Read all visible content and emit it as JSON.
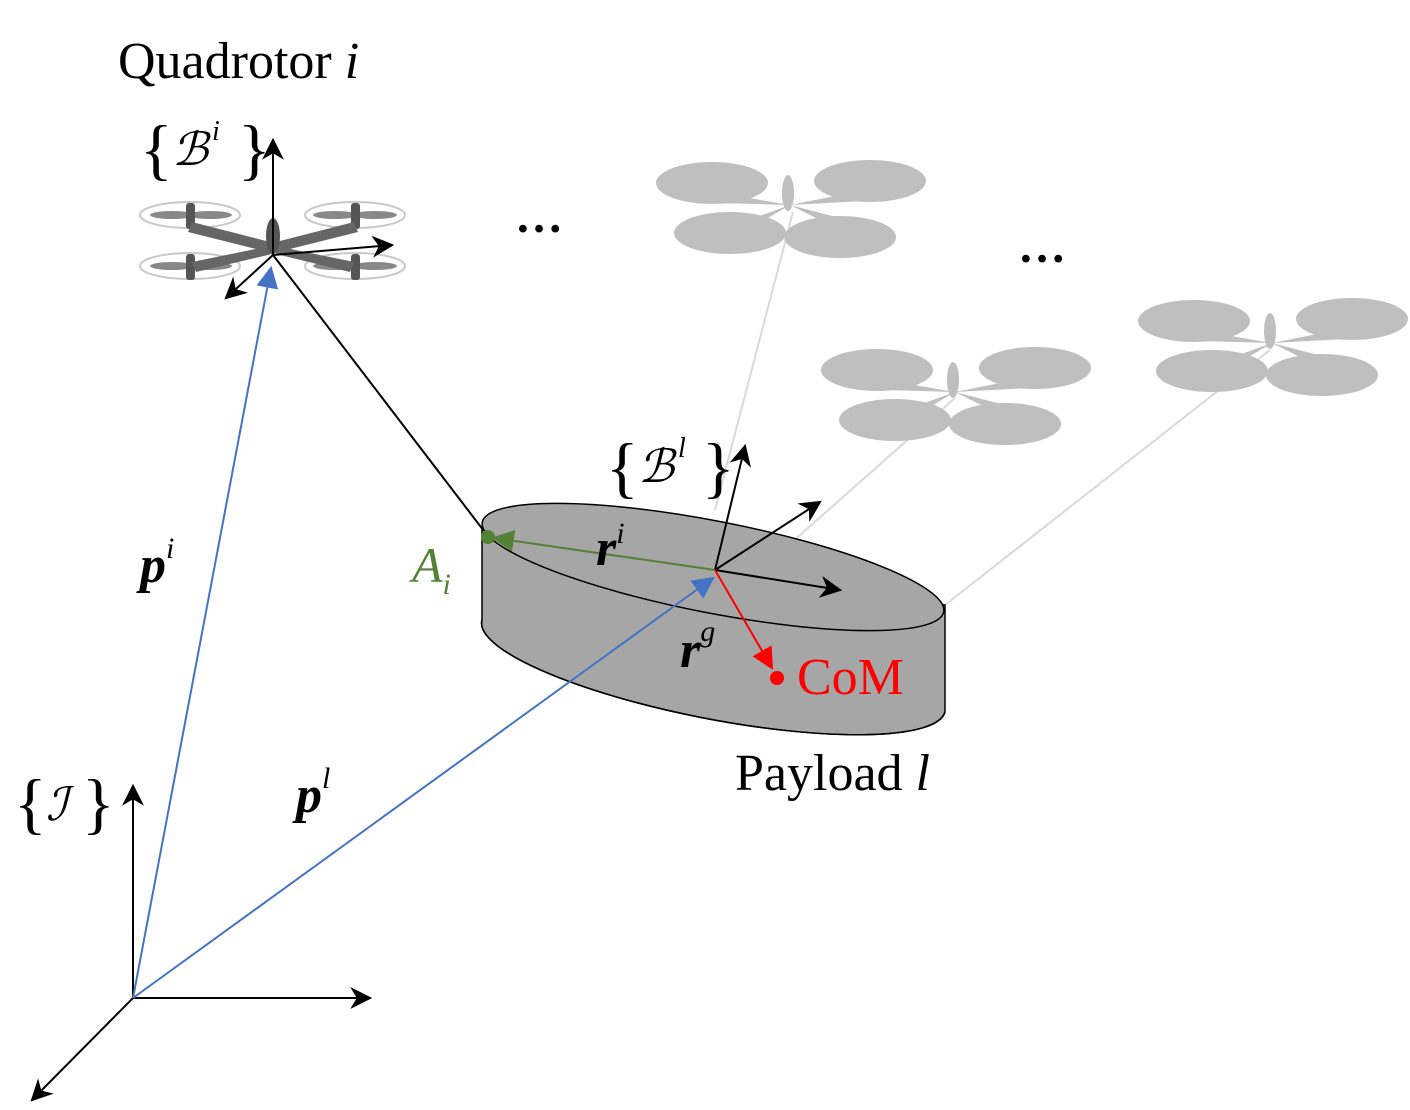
{
  "labels": {
    "quadrotor_prefix": "Quadrotor ",
    "quadrotor_index": "i",
    "payload_prefix": "Payload ",
    "payload_index": "l",
    "ellipsis_1": "…",
    "ellipsis_2": "…",
    "com": "CoM",
    "frame_body_quad_letter": "ℬ",
    "frame_body_quad_sup": "i",
    "frame_body_payload_letter": "ℬ",
    "frame_body_payload_sup": "l",
    "frame_inertial_letter": "ℐ",
    "brace_open": "{",
    "brace_close": "}",
    "p_quad_base": "p",
    "p_quad_sup": "i",
    "p_payload_base": "p",
    "p_payload_sup": "l",
    "r_attach_base": "r",
    "r_attach_sup": "i",
    "r_com_base": "r",
    "r_com_sup": "g",
    "attach_point_base": "A",
    "attach_point_sub": "i"
  },
  "colors": {
    "position_vector": "#4472c4",
    "attachment_vector": "#548235",
    "com_vector": "#ff0000",
    "payload_body": "#a6a6a6",
    "ghost_quad": "#bfbfbf",
    "cable": "#d9d9d9",
    "axes": "#000000"
  }
}
